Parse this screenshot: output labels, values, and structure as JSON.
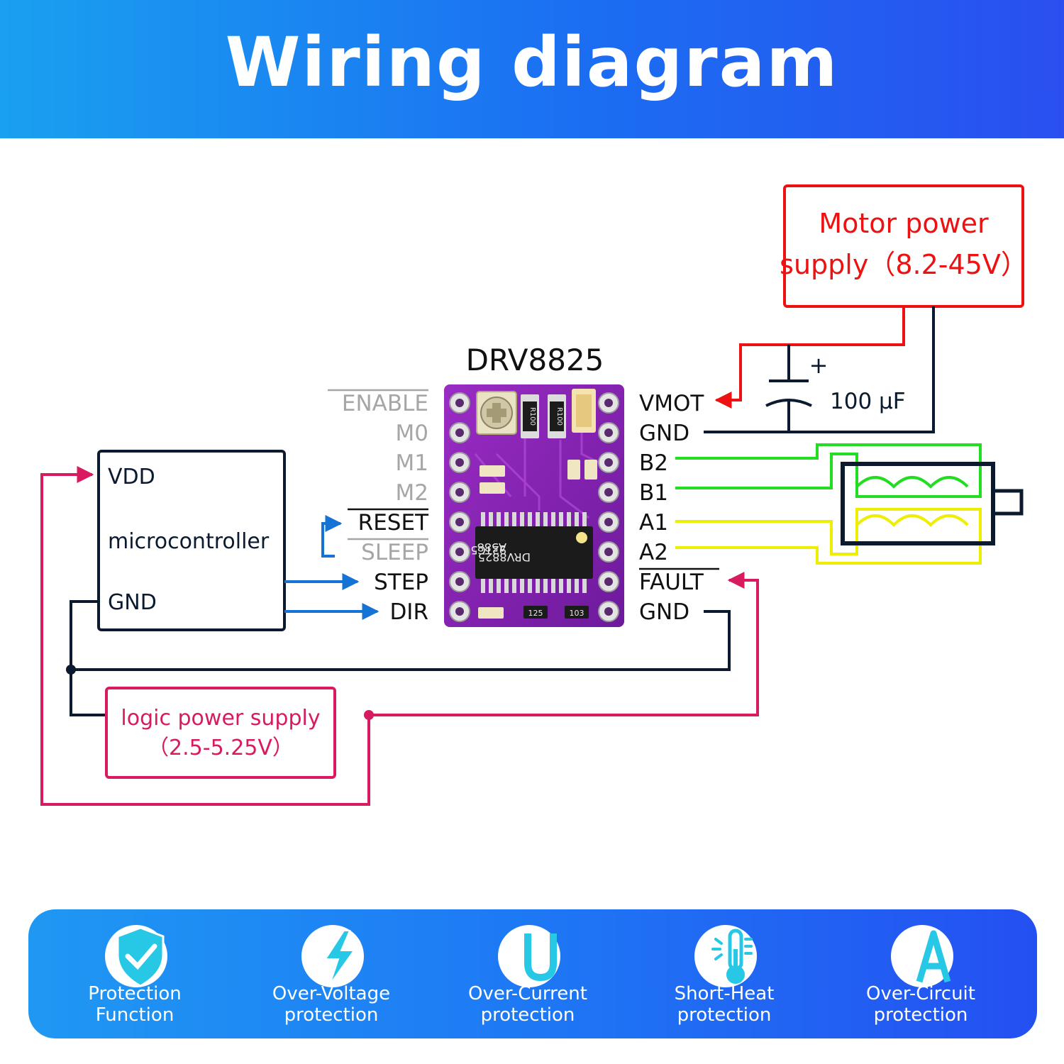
{
  "header": {
    "title": "Wiring diagram"
  },
  "chip": {
    "name": "DRV8825",
    "ic_marking": [
      "A588",
      "92TC5",
      "DRV8825"
    ],
    "resistor_marking": "R100",
    "smd_marks": [
      "125",
      "103"
    ]
  },
  "left_pins": [
    "ENABLE",
    "M0",
    "M1",
    "M2",
    "RESET",
    "SLEEP",
    "STEP",
    "DIR"
  ],
  "right_pins": [
    "VMOT",
    "GND",
    "B2",
    "B1",
    "A1",
    "A2",
    "FAULT",
    "GND"
  ],
  "microcontroller": {
    "vdd": "VDD",
    "name": "microcontroller",
    "gnd": "GND"
  },
  "motor_supply": {
    "line1": "Motor power",
    "line2": "supply（8.2-45V）"
  },
  "capacitor": {
    "polarity": "+",
    "value": "100 µF"
  },
  "logic_supply": {
    "line1": "logic power supply",
    "line2": "（2.5-5.25V）"
  },
  "features": [
    {
      "line1": "Protection",
      "line2": "Function",
      "icon": "shield-icon"
    },
    {
      "line1": "Over-Voltage",
      "line2": "protection",
      "icon": "lightning-icon"
    },
    {
      "line1": "Over-Current",
      "line2": "protection",
      "icon": "letter-u-icon"
    },
    {
      "line1": "Short-Heat",
      "line2": "protection",
      "icon": "thermometer-icon"
    },
    {
      "line1": "Over-Circuit",
      "line2": "protection",
      "icon": "letter-a-icon"
    }
  ],
  "colors": {
    "header_start": "#1aa0f0",
    "header_end": "#2a4ff0",
    "motor_wire": "#ee1111",
    "logic_wire": "#d81b60",
    "signal_wire": "#1673d6",
    "coil_b": "#22dd22",
    "coil_a": "#eeee00",
    "board": "#8a1fb0",
    "dark_wire": "#0b1a2e"
  }
}
